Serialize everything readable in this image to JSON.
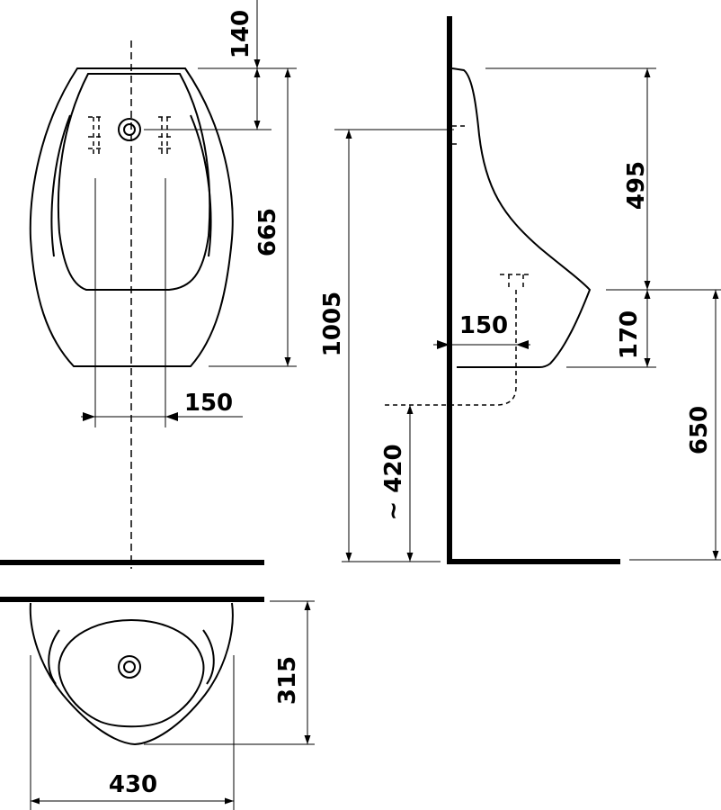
{
  "dimensions": {
    "front_top_offset": "140",
    "front_height": "665",
    "front_inlet_spacing": "150",
    "side_total_height": "1005",
    "side_upper_height": "495",
    "side_outlet_depth": "150",
    "side_lower_height": "170",
    "side_outlet_height": "~ 420",
    "side_rim_height": "650",
    "plan_depth": "315",
    "plan_width": "430"
  }
}
